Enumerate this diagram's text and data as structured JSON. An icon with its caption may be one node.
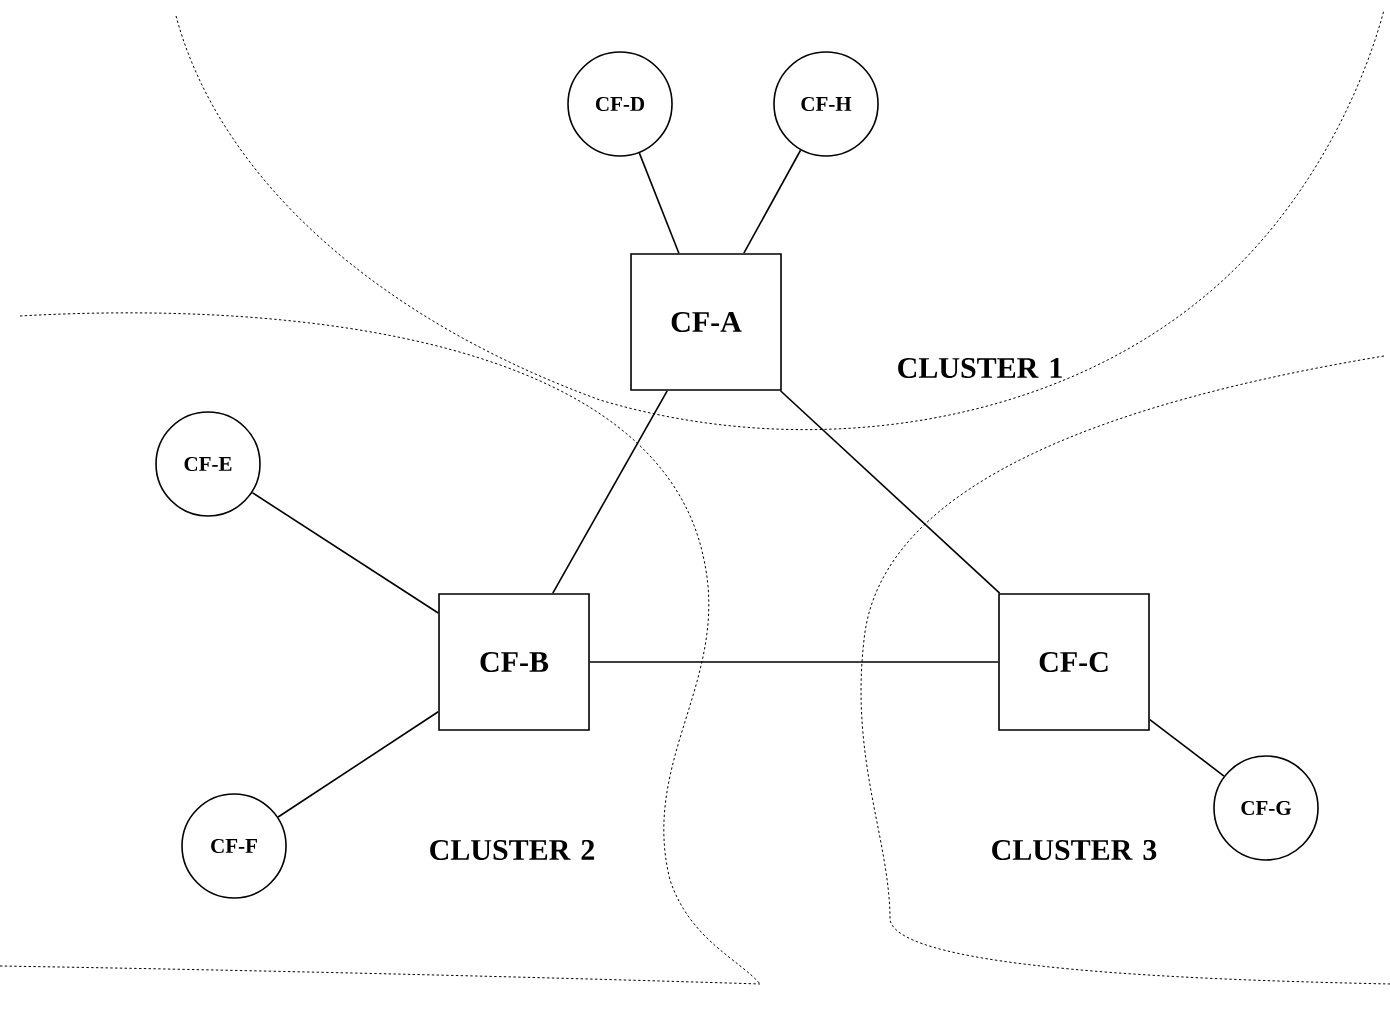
{
  "diagram": {
    "nodes": [
      {
        "text": [
          "CF-D"
        ]
      },
      {
        "text": [
          "CF-H"
        ]
      },
      {
        "text": [
          "CF-A"
        ]
      },
      {
        "text": [
          "CF-E"
        ]
      },
      {
        "text": [
          "CF-B"
        ]
      },
      {
        "text": [
          "CF-C"
        ]
      },
      {
        "text": [
          "CF-F"
        ]
      },
      {
        "text": [
          "CF-G"
        ]
      }
    ],
    "edges": [
      {
        "from": 0,
        "to": 2,
        "arrow": "none"
      },
      {
        "from": 1,
        "to": 2,
        "arrow": "none"
      },
      {
        "from": 2,
        "to": 4,
        "arrow": "none"
      },
      {
        "from": 2,
        "to": 5,
        "arrow": "none"
      },
      {
        "from": 3,
        "to": 4,
        "arrow": "none"
      },
      {
        "from": 4,
        "to": 5,
        "arrow": "none"
      },
      {
        "from": 6,
        "to": 4,
        "arrow": "none"
      },
      {
        "from": 5,
        "to": 7,
        "arrow": "none"
      }
    ],
    "labels": [
      "CLUSTER 1",
      "CLUSTER 2",
      "CLUSTER 3"
    ]
  }
}
